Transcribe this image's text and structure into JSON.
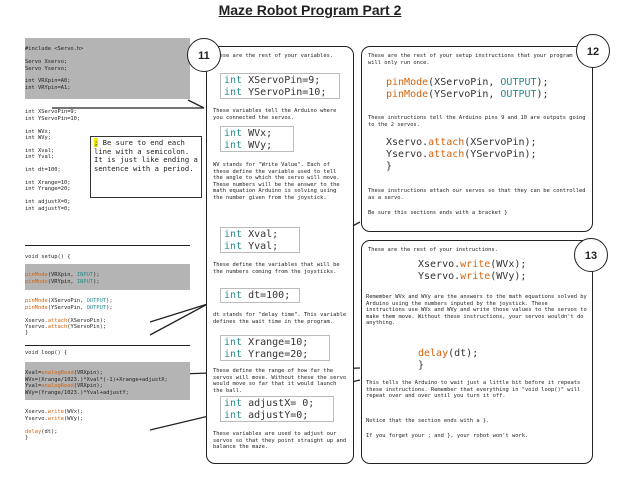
{
  "title": "Maze Robot Program Part 2",
  "code": {
    "include": "#include <Servo.h>",
    "servo_x": "Servo Xservo;",
    "servo_y": "Servo Yservo;",
    "vrx": "int VRXpin=A0;",
    "vry": "int VRYpin=A1;",
    "xsp": "int XServoPin=9;",
    "ysp": "int YServoPin=10;",
    "wvx": "int WVx;",
    "wvy": "int WVy;",
    "xval": "int Xval;",
    "yval": "int Yval;",
    "dt": "int dt=100;",
    "xrange": "int Xrange=10;",
    "yrange": "int Yrange=20;",
    "adjx": "int adjustX=0;",
    "adjy": "int adjustY=0;",
    "setup_open": "void setup() {",
    "pm1_fn": "pinMode",
    "pm1_rest": "(VRXpin, ",
    "pm_input": "INPUT",
    "pm_close": ");",
    "pm2_rest": "(VRYpin, ",
    "pm3_rest": "(XServoPin, ",
    "pm_output": "OUTPUT",
    "pm4_rest": "(YServoPin, ",
    "att1_pre": "Xservo.",
    "att_fn": "attach",
    "att1_post": "(XServoPin);",
    "att2_pre": "Yservo.",
    "att2_post": "(YServoPin);",
    "brace": "}",
    "loop_open": "void loop() {",
    "ar1_pre": "Xval=",
    "ar_fn": "analogRead",
    "ar1_post": "(VRXpin);",
    "calc1": "WVx=(Xrange/1023.)*Xval*(-1)+Xrange+adjustX;",
    "ar2_pre": "Yval=",
    "ar2_post": "(VRXpin);",
    "calc2": "WVy=(Yrange/1023.)*Yval+adjustY;",
    "wr1_pre": "Xservo.",
    "wr_fn": "write",
    "wr1_post": "(WVx);",
    "wr2_pre": "Yservo.",
    "wr2_post": "(WVy);",
    "delay_fn": "delay",
    "delay_post": "(dt);"
  },
  "note": {
    "semicolon": ";",
    "text": " Be sure to end each line with a semicolon. It is just like ending a sentence with a period."
  },
  "panel11": {
    "number": "11",
    "intro": "These are the rest of your variables.",
    "c1a_kw": "int",
    "c1a": " XServoPin=9;",
    "c1b_kw": "int",
    "c1b": " YServoPin=10;",
    "t1": "These variables tell the Arduino where you connected the servos.",
    "c2a_kw": "int",
    "c2a": " WVx;",
    "c2b_kw": "int",
    "c2b": " WVy;",
    "t2": "WV stands for \"Write Value\". Each of these define the variable used to tell the angle to which the servo will move. These numbers will be the answer to the math equation Arduino is solving using the number given from the joystick.",
    "c3a_kw": "int",
    "c3a": " Xval;",
    "c3b_kw": "int",
    "c3b": " Yval;",
    "t3": "These define the variables that will be the numbers coming from the joysticks.",
    "c4_kw": "int",
    "c4": " dt=100;",
    "t4": "dt stands for \"delay time\". This variable defines the wait time in the program.",
    "c5a_kw": "int",
    "c5a": " Xrange=10;",
    "c5b_kw": "int",
    "c5b": " Yrange=20;",
    "t5": "These define the range of how far the servos will move. Without these the servo would move so far that it would launch the ball.",
    "c6a_kw": "int",
    "c6a": " adjustX= 0;",
    "c6b_kw": "int",
    "c6b": " adjustY=0;",
    "t6": "These variables are used to adjust our servos so that they point straight up and balance the maze."
  },
  "panel12": {
    "number": "12",
    "intro": "These are the rest of your setup instructions that your program will only run once.",
    "pm_fn": "pinMode",
    "pm1_rest": "(XServoPin, ",
    "pm_output": "OUTPUT",
    "pm_close": ");",
    "pm2_rest": "(YServoPin, ",
    "t1": "These instructions tell the Arduino pins 9 and 10 are outputs going to the 2 servos.",
    "att1_pre": "Xservo.",
    "att_fn": "attach",
    "att1_post": "(XServoPin);",
    "att2_pre": "Yservo.",
    "att2_post": "(YServoPin);",
    "brace": "}",
    "t2": "These instructions attach our servos so that they can be controlled as a servo.",
    "t3": "Be sure this sections ends with a bracket }"
  },
  "panel13": {
    "number": "13",
    "intro": "These are the rest of your instructions.",
    "wr1_pre": "Xservo.",
    "wr_fn": "write",
    "wr1_post": "(WVx);",
    "wr2_pre": "Yservo.",
    "wr2_post": "(WVy);",
    "t1": "Remember WVx and WVy are the answers to the math equations solved by Arduino using the numbers inputed by the joystick. These instructions use WVx and WVy and write those values to the servos to make them move. Without these instructions, your servos wouldn't do anything.",
    "delay_fn": "delay",
    "delay_post": "(dt);",
    "brace": "}",
    "t2": "This tells the Arduino to wait just a little bit before it repeats these instructions. Remember that everything in \"void loop()\" will repeat over and over until you turn it off.",
    "t3": "Notice that the section ends with a }.",
    "t4": "If you forget your ; and }, your robot won't work."
  },
  "colors": {
    "code_gray": "#b4b4b4",
    "function_orange": "#d4620b",
    "constant_teal": "#2a8c8c",
    "highlight_yellow": "#f5e800"
  }
}
